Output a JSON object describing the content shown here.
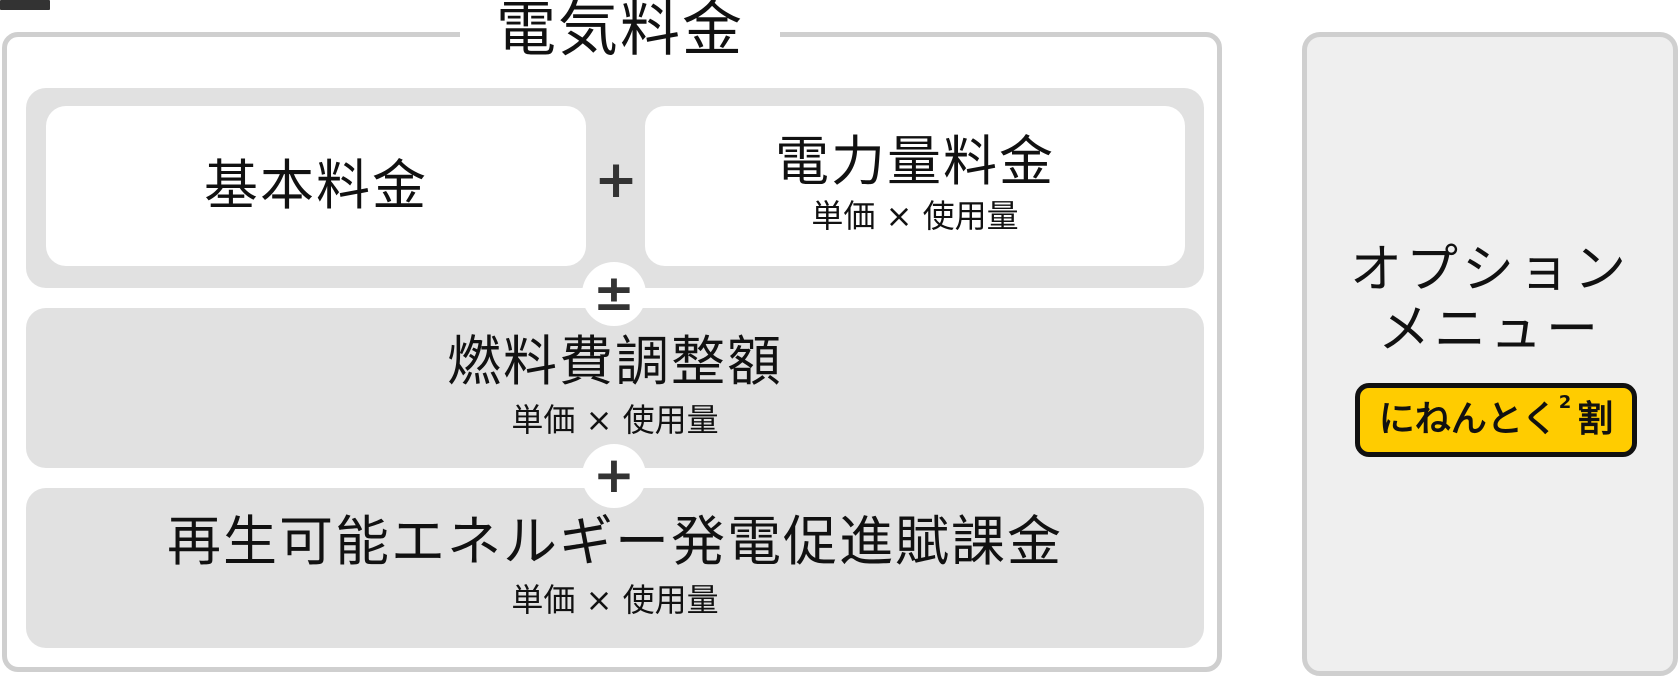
{
  "title": "電気料金",
  "basic_fee": "基本料金",
  "power_fee": {
    "label": "電力量料金",
    "formula": "単価 × 使用量"
  },
  "fuel_adjustment": {
    "label": "燃料費調整額",
    "formula": "単価 × 使用量"
  },
  "renewable_surcharge": {
    "label": "再生可能エネルギー発電促進賦課金",
    "formula": "単価 × 使用量"
  },
  "operators": {
    "plus": "+",
    "plus_minus": "±"
  },
  "option_menu": {
    "line1": "オプション",
    "line2": "メニュー",
    "badge_main": "にねんとく",
    "badge_sup": "2",
    "badge_suffix": "割"
  },
  "colors": {
    "frame_border": "#cfcfcf",
    "group_fill": "#e1e1e1",
    "option_fill": "#efefef",
    "badge_fill": "#ffcc00",
    "operator": "#333333"
  }
}
